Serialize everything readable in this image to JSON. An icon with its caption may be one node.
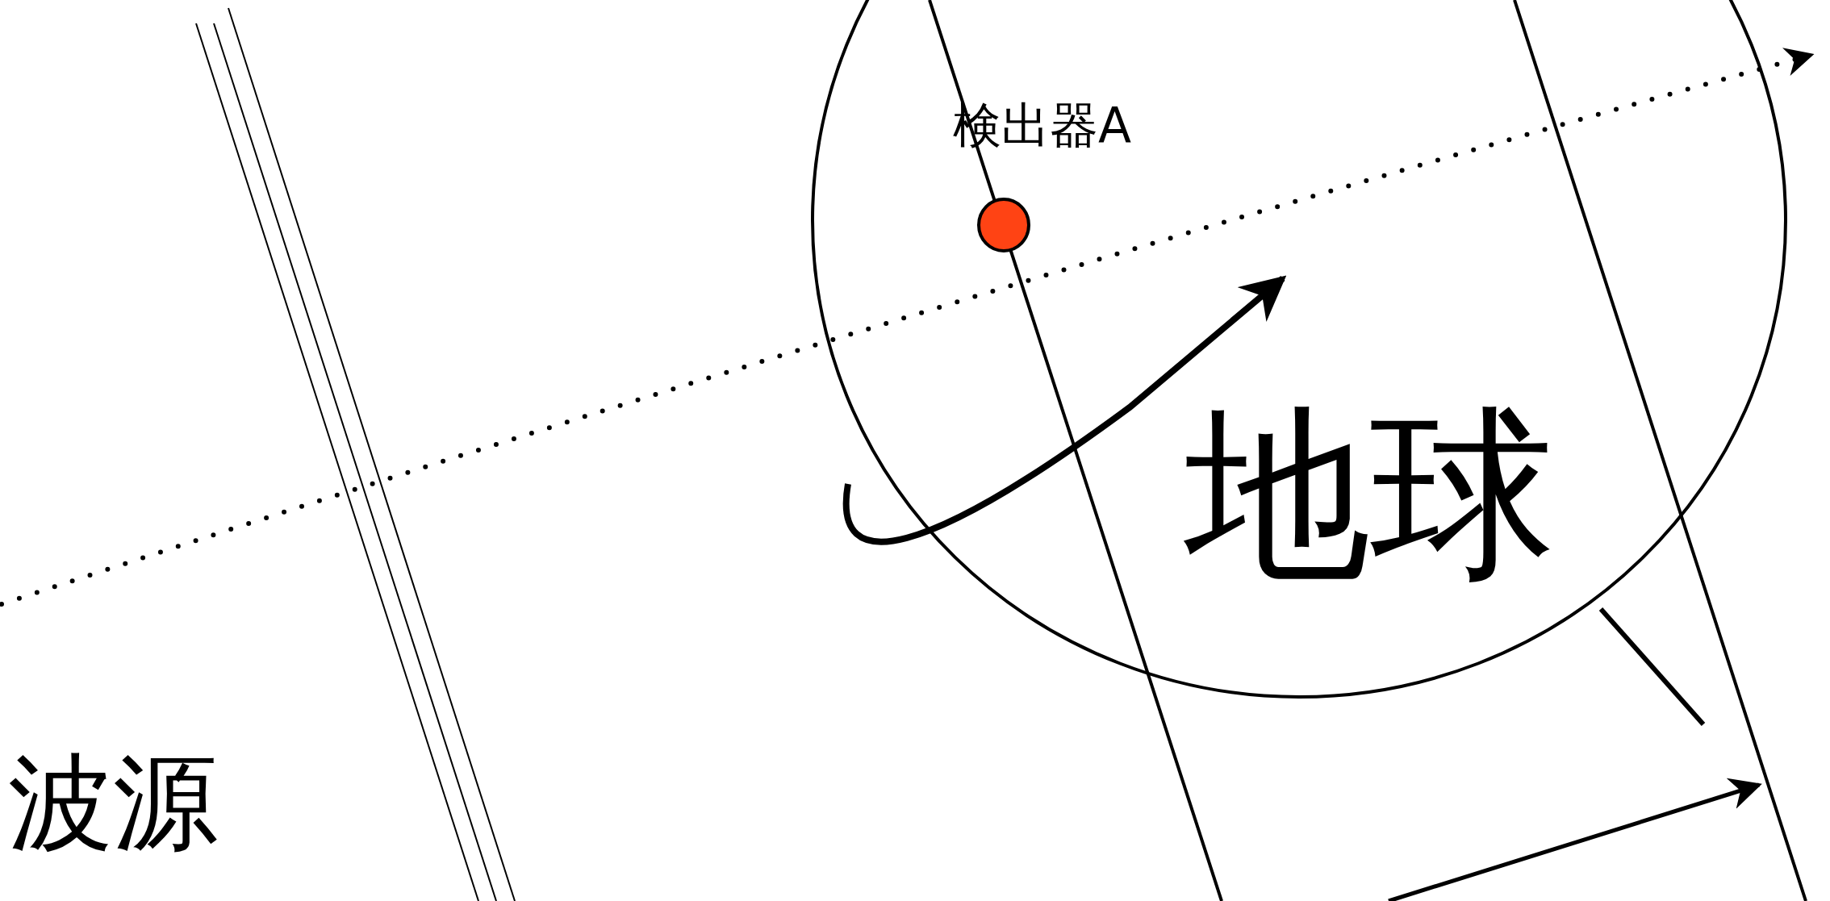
{
  "diagram": {
    "nodes": [
      {
        "text": [
          "地球"
        ]
      },
      {
        "text": [],
        "shape": "circle",
        "beside": [
          "検出器A"
        ],
        "in": 0
      }
    ],
    "labels": [
      "波源"
    ]
  }
}
